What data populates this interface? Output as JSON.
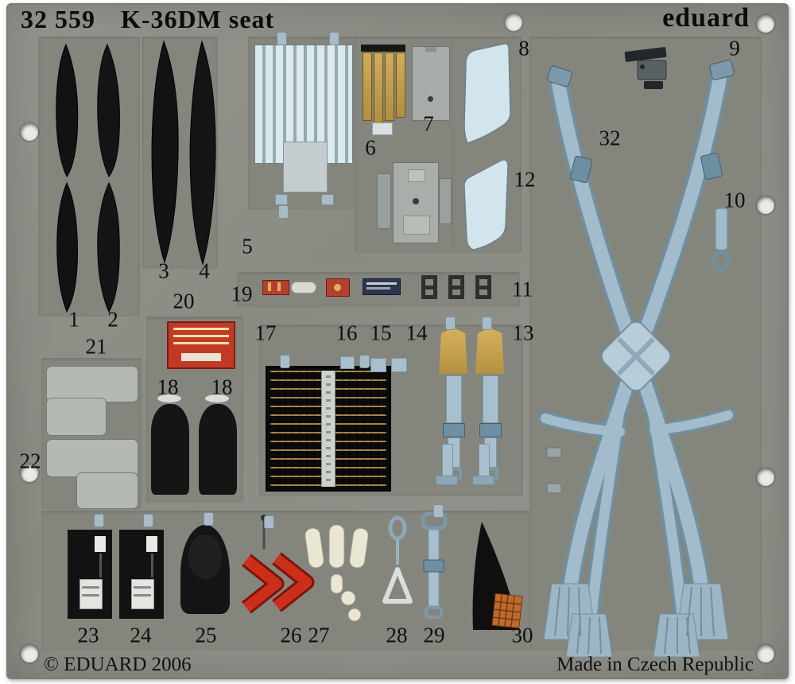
{
  "header": {
    "catalog": "32 559",
    "title": "K-36DM seat",
    "brand": "eduard"
  },
  "footer": {
    "copyright": "© EDUARD 2006",
    "origin": "Made in Czech Republic"
  },
  "labels": {
    "n1": "1",
    "n2": "2",
    "n3": "3",
    "n4": "4",
    "n5": "5",
    "n6": "6",
    "n7": "7",
    "n8": "8",
    "n9": "9",
    "n10": "10",
    "n11": "11",
    "n12": "12",
    "n13": "13",
    "n14": "14",
    "n15": "15",
    "n16": "16",
    "n17": "17",
    "n18": "18",
    "n19": "19",
    "n20": "20",
    "n21": "21",
    "n22": "22",
    "n23": "23",
    "n24": "24",
    "n25": "25",
    "n26": "26",
    "n27": "27",
    "n28": "28",
    "n29": "29",
    "n30": "30",
    "n32": "32"
  }
}
